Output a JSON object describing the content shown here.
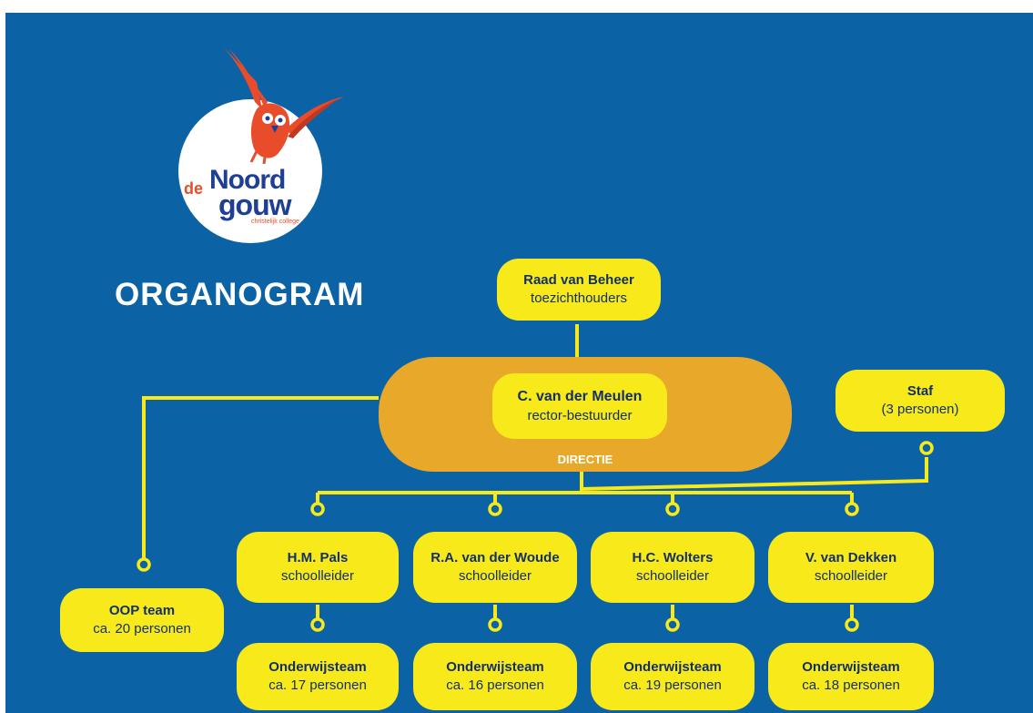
{
  "logo": {
    "small_word": "de",
    "word1": "Noord",
    "word2": "gouw",
    "tagline": "christelijk college"
  },
  "title": "ORGANOGRAM",
  "directie_label": "DIRECTIE",
  "colors": {
    "background": "#0b63a6",
    "node_fill": "#f7e91a",
    "directie_band": "#e8a92a",
    "connector": "#f7e91a",
    "node_text": "#13306a",
    "logo_blue": "#1f3f94",
    "logo_red": "#e84c2b"
  },
  "nodes": {
    "raad": {
      "name": "Raad van Beheer",
      "role": "toezichthouders"
    },
    "rector": {
      "name": "C. van der Meulen",
      "role": "rector-bestuurder"
    },
    "staf": {
      "name": "Staf",
      "role": "(3 personen)"
    },
    "oop": {
      "name": "OOP team",
      "role": "ca. 20 personen"
    },
    "schoolleiders": [
      {
        "name": "H.M. Pals",
        "role": "schoolleider"
      },
      {
        "name": "R.A. van der Woude",
        "role": "schoolleider"
      },
      {
        "name": "H.C. Wolters",
        "role": "schoolleider"
      },
      {
        "name": "V. van Dekken",
        "role": "schoolleider"
      }
    ],
    "teams": [
      {
        "name": "Onderwijsteam",
        "role": "ca. 17 personen"
      },
      {
        "name": "Onderwijsteam",
        "role": "ca. 16 personen"
      },
      {
        "name": "Onderwijsteam",
        "role": "ca. 19 personen"
      },
      {
        "name": "Onderwijsteam",
        "role": "ca. 18 personen"
      }
    ]
  }
}
